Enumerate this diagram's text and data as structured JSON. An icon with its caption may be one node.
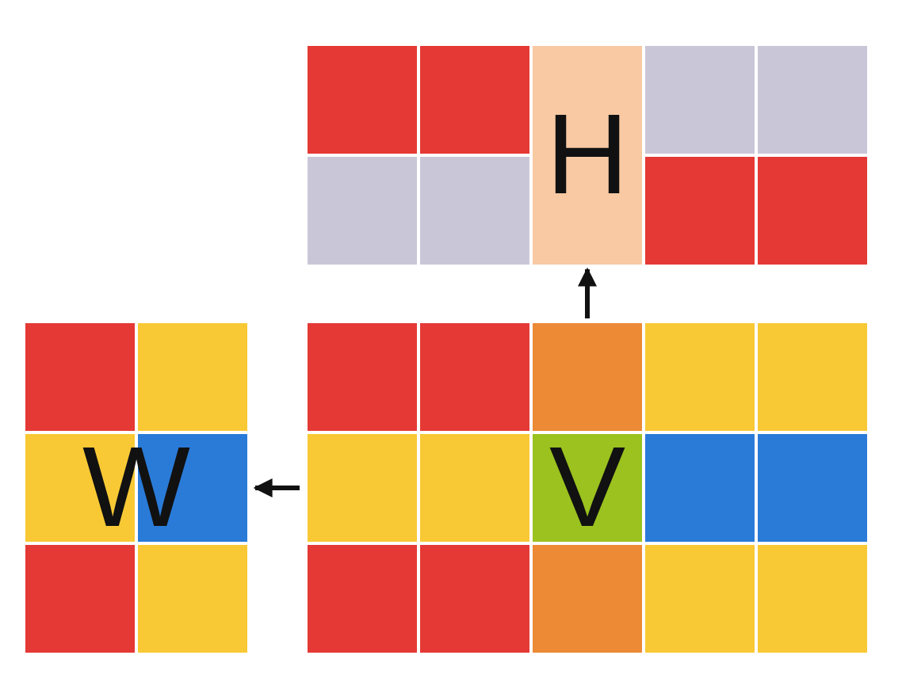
{
  "diagram": {
    "nodes": [
      {
        "text": [
          "H"
        ]
      },
      {
        "text": [
          "W"
        ]
      },
      {
        "text": [
          "V"
        ]
      }
    ],
    "edges": [
      {
        "from": 2,
        "to": 0,
        "arrow": "to"
      },
      {
        "from": 2,
        "to": 1,
        "arrow": "to"
      }
    ]
  }
}
